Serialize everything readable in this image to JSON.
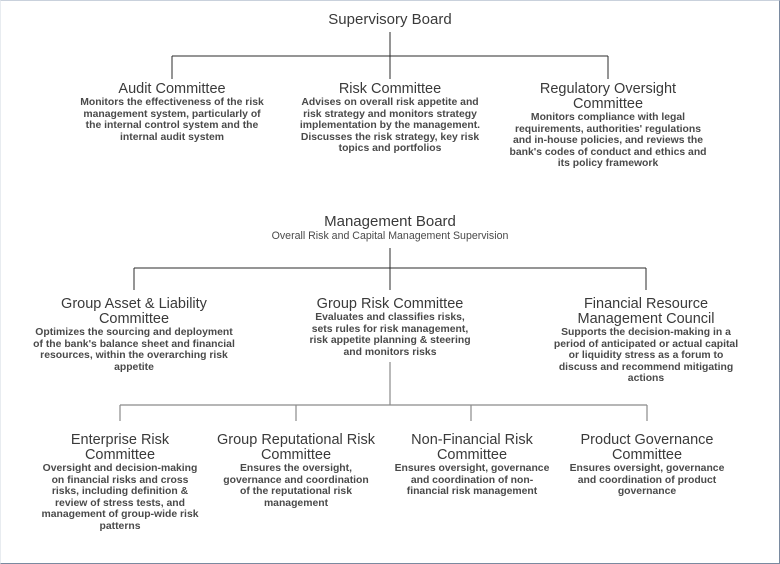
{
  "supervisory_board": {
    "title": "Supervisory Board",
    "committees": [
      {
        "title": "Audit Committee",
        "desc": "Monitors the effectiveness of the risk management system, particularly of the internal control system and the internal audit system"
      },
      {
        "title": "Risk Committee",
        "desc": "Advises on overall risk appetite and risk strategy and monitors strategy implementation by the management. Discusses the risk strategy, key risk topics and portfolios"
      },
      {
        "title": "Regulatory Oversight Committee",
        "desc": "Monitors compliance with legal requirements, authorities' regulations and in-house policies, and reviews the bank's codes of conduct and ethics and its policy framework"
      }
    ]
  },
  "management_board": {
    "title": "Management Board",
    "subtitle": "Overall Risk and Capital Management Supervision",
    "committees": [
      {
        "title": "Group Asset & Liability Committee",
        "desc": "Optimizes the sourcing and deployment of the bank's balance sheet and financial resources, within the overarching risk appetite"
      },
      {
        "title": "Group Risk Committee",
        "desc": "Evaluates and classifies risks, sets rules for risk management, risk appetite planning & steering and monitors risks"
      },
      {
        "title": "Financial Resource Management Council",
        "desc": "Supports the decision-making in a period of anticipated or actual capital or liquidity stress as a forum to discuss and recommend mitigating actions"
      }
    ]
  },
  "group_risk_sub": [
    {
      "title": "Enterprise Risk Committee",
      "desc": "Oversight and decision-making on financial risks and cross risks, including definition & review of stress tests, and management of group-wide risk patterns"
    },
    {
      "title": "Group Reputational Risk Committee",
      "desc": "Ensures the oversight, governance and coordination of the reputational risk management"
    },
    {
      "title": "Non-Financial Risk Committee",
      "desc": "Ensures oversight, governance and coordination of non-financial risk management"
    },
    {
      "title": "Product Governance Committee",
      "desc": "Ensures oversight, governance and coordination of product governance"
    }
  ],
  "colors": {
    "line": "#2b2b2b",
    "text": "#3a3a3a",
    "frame": "#7a8aa0"
  }
}
